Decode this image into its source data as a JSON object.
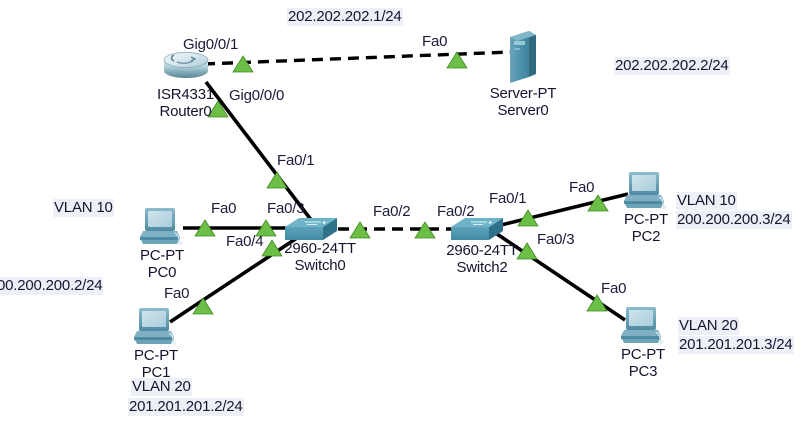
{
  "diagram": {
    "title": "Cisco Packet Tracer network topology",
    "background": "#ffffff",
    "link_indicator_color": "#66bb3f",
    "link_color": "#000000"
  },
  "devices": [
    {
      "id": "router0",
      "kind": "router-icon",
      "model": "ISR4331",
      "name": "Router0"
    },
    {
      "id": "server0",
      "kind": "server-icon",
      "model": "Server-PT",
      "name": "Server0"
    },
    {
      "id": "switch0",
      "kind": "switch-icon",
      "model": "2960-24TT",
      "name": "Switch0"
    },
    {
      "id": "switch2",
      "kind": "switch-icon",
      "model": "2960-24TT",
      "name": "Switch2"
    },
    {
      "id": "pc0",
      "kind": "pc-icon",
      "model": "PC-PT",
      "name": "PC0"
    },
    {
      "id": "pc1",
      "kind": "pc-icon",
      "model": "PC-PT",
      "name": "PC1"
    },
    {
      "id": "pc2",
      "kind": "pc-icon",
      "model": "PC-PT",
      "name": "PC2"
    },
    {
      "id": "pc3",
      "kind": "pc-icon",
      "model": "PC-PT",
      "name": "PC3"
    }
  ],
  "port_labels": {
    "router_gig0_0_1": "Gig0/0/1",
    "router_gig0_0_0": "Gig0/0/0",
    "server_fa0": "Fa0",
    "switch0_fa0_1": "Fa0/1",
    "pc0_fa0": "Fa0",
    "switch0_fa0_3": "Fa0/3",
    "switch0_fa0_4": "Fa0/4",
    "switch0_fa0_2": "Fa0/2",
    "switch2_fa0_2": "Fa0/2",
    "switch2_fa0_1": "Fa0/1",
    "pc2_fa0": "Fa0",
    "switch2_fa0_3": "Fa0/3",
    "pc3_fa0": "Fa0",
    "pc1_fa0": "Fa0"
  },
  "annotations": {
    "wan_router_ip": "202.202.202.1/24",
    "wan_server_ip": "202.202.202.2/24",
    "pc0_vlan": "VLAN 10",
    "pc0_ip": "00.200.200.2/24",
    "pc1_vlan": "VLAN 20",
    "pc1_ip": "201.201.201.2/24",
    "pc2_vlan": "VLAN 10",
    "pc2_ip": "200.200.200.3/24",
    "pc3_vlan": "VLAN 20",
    "pc3_ip": "201.201.201.3/24"
  }
}
